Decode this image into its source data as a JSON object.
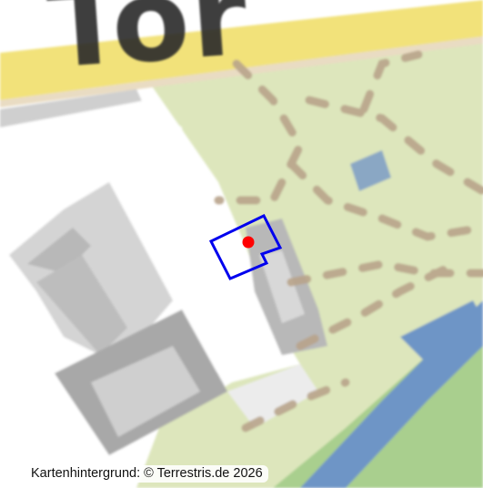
{
  "map": {
    "street_label": "Tor",
    "attribution": "Kartenhintergrund: © Terrestris.de 2026",
    "colors": {
      "park": "#dde6bc",
      "path_dash": "#b9a48b",
      "road": "#ffffff",
      "road_yellow": "#f2e27a",
      "building_fill": "#c0c0c0",
      "building_edge": "#8e8e8e",
      "water": "#6e95c6",
      "grass_edge": "#9cc08b",
      "parcel_outline": "#0000ee",
      "marker": "#ff0000"
    },
    "icons": {
      "location_marker": "red-dot-marker",
      "parcel": "blue-outline-parcel"
    }
  }
}
